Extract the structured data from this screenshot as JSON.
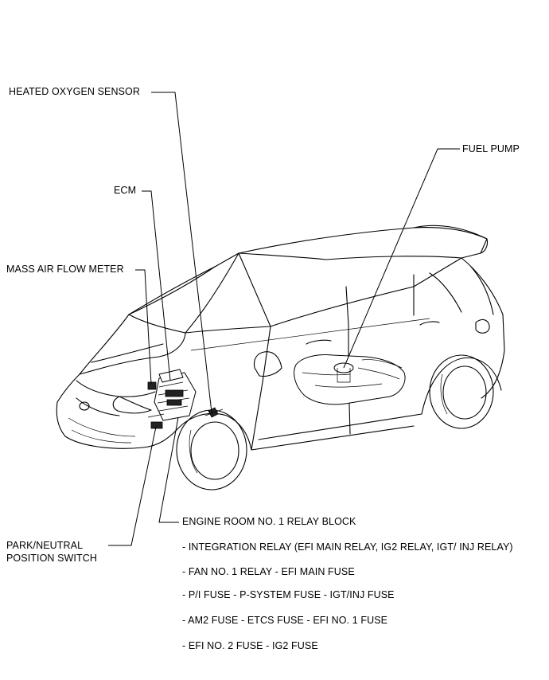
{
  "labels": {
    "heated_oxygen_sensor": "HEATED OXYGEN SENSOR",
    "fuel_pump": "FUEL PUMP",
    "ecm": "ECM",
    "mass_air_flow_meter": "MASS AIR FLOW METER",
    "park_neutral_line1": "PARK/NEUTRAL",
    "park_neutral_line2": "POSITION SWITCH",
    "engine_room_relay_block": "ENGINE ROOM NO. 1 RELAY BLOCK"
  },
  "relay_block_items": [
    "- INTEGRATION RELAY (EFI MAIN RELAY, IG2 RELAY, IGT/ INJ RELAY)",
    "- FAN NO. 1 RELAY   - EFI MAIN FUSE",
    "- P/I FUSE   - P-SYSTEM FUSE   - IGT/INJ FUSE",
    "- AM2 FUSE      - ETCS FUSE   - EFI NO. 1 FUSE",
    "- EFI NO. 2 FUSE      - IG2 FUSE"
  ]
}
